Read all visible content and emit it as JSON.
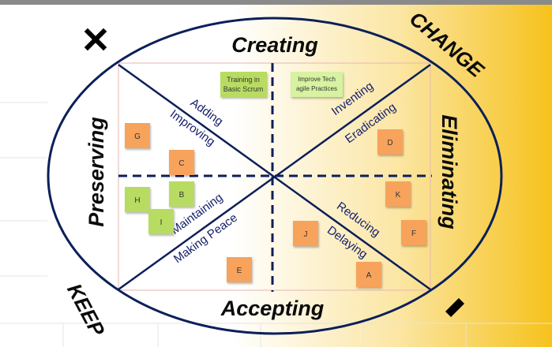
{
  "colors": {
    "orange_note": "#f7a35c",
    "green_note": "#b8dc62",
    "light_green_note": "#d7f2a0",
    "ellipse_stroke": "#0b1f5a",
    "text_dark": "#0b0b0b",
    "diagonal_text": "#15206b",
    "gradient_yellow": "#f6c21c"
  },
  "labels": {
    "top": "Creating",
    "bottom": "Accepting",
    "left": "Preserving",
    "right": "Eliminating",
    "corner_top_right": "CHANGE",
    "corner_bottom_left": "KEEP"
  },
  "icons": {
    "top_left": "close-x-icon",
    "bottom_right": "minus-icon"
  },
  "diagonal_labels": {
    "adding": "Adding",
    "improving": "Improving",
    "inventing": "Inventing",
    "eradicating": "Eradicating",
    "maintaining": "Maintaining",
    "making_peace": "Making Peace",
    "reducing": "Reducing",
    "delaying": "Delaying"
  },
  "notes": {
    "training_line1": "Training in",
    "training_line2": "Basic Scrum",
    "improve_line1": "Improve Tech",
    "improve_line2": "agile Practices",
    "G": "G",
    "C": "C",
    "H": "H",
    "B": "B",
    "I": "I",
    "D": "D",
    "K": "K",
    "F": "F",
    "J": "J",
    "E": "E",
    "A": "A"
  }
}
